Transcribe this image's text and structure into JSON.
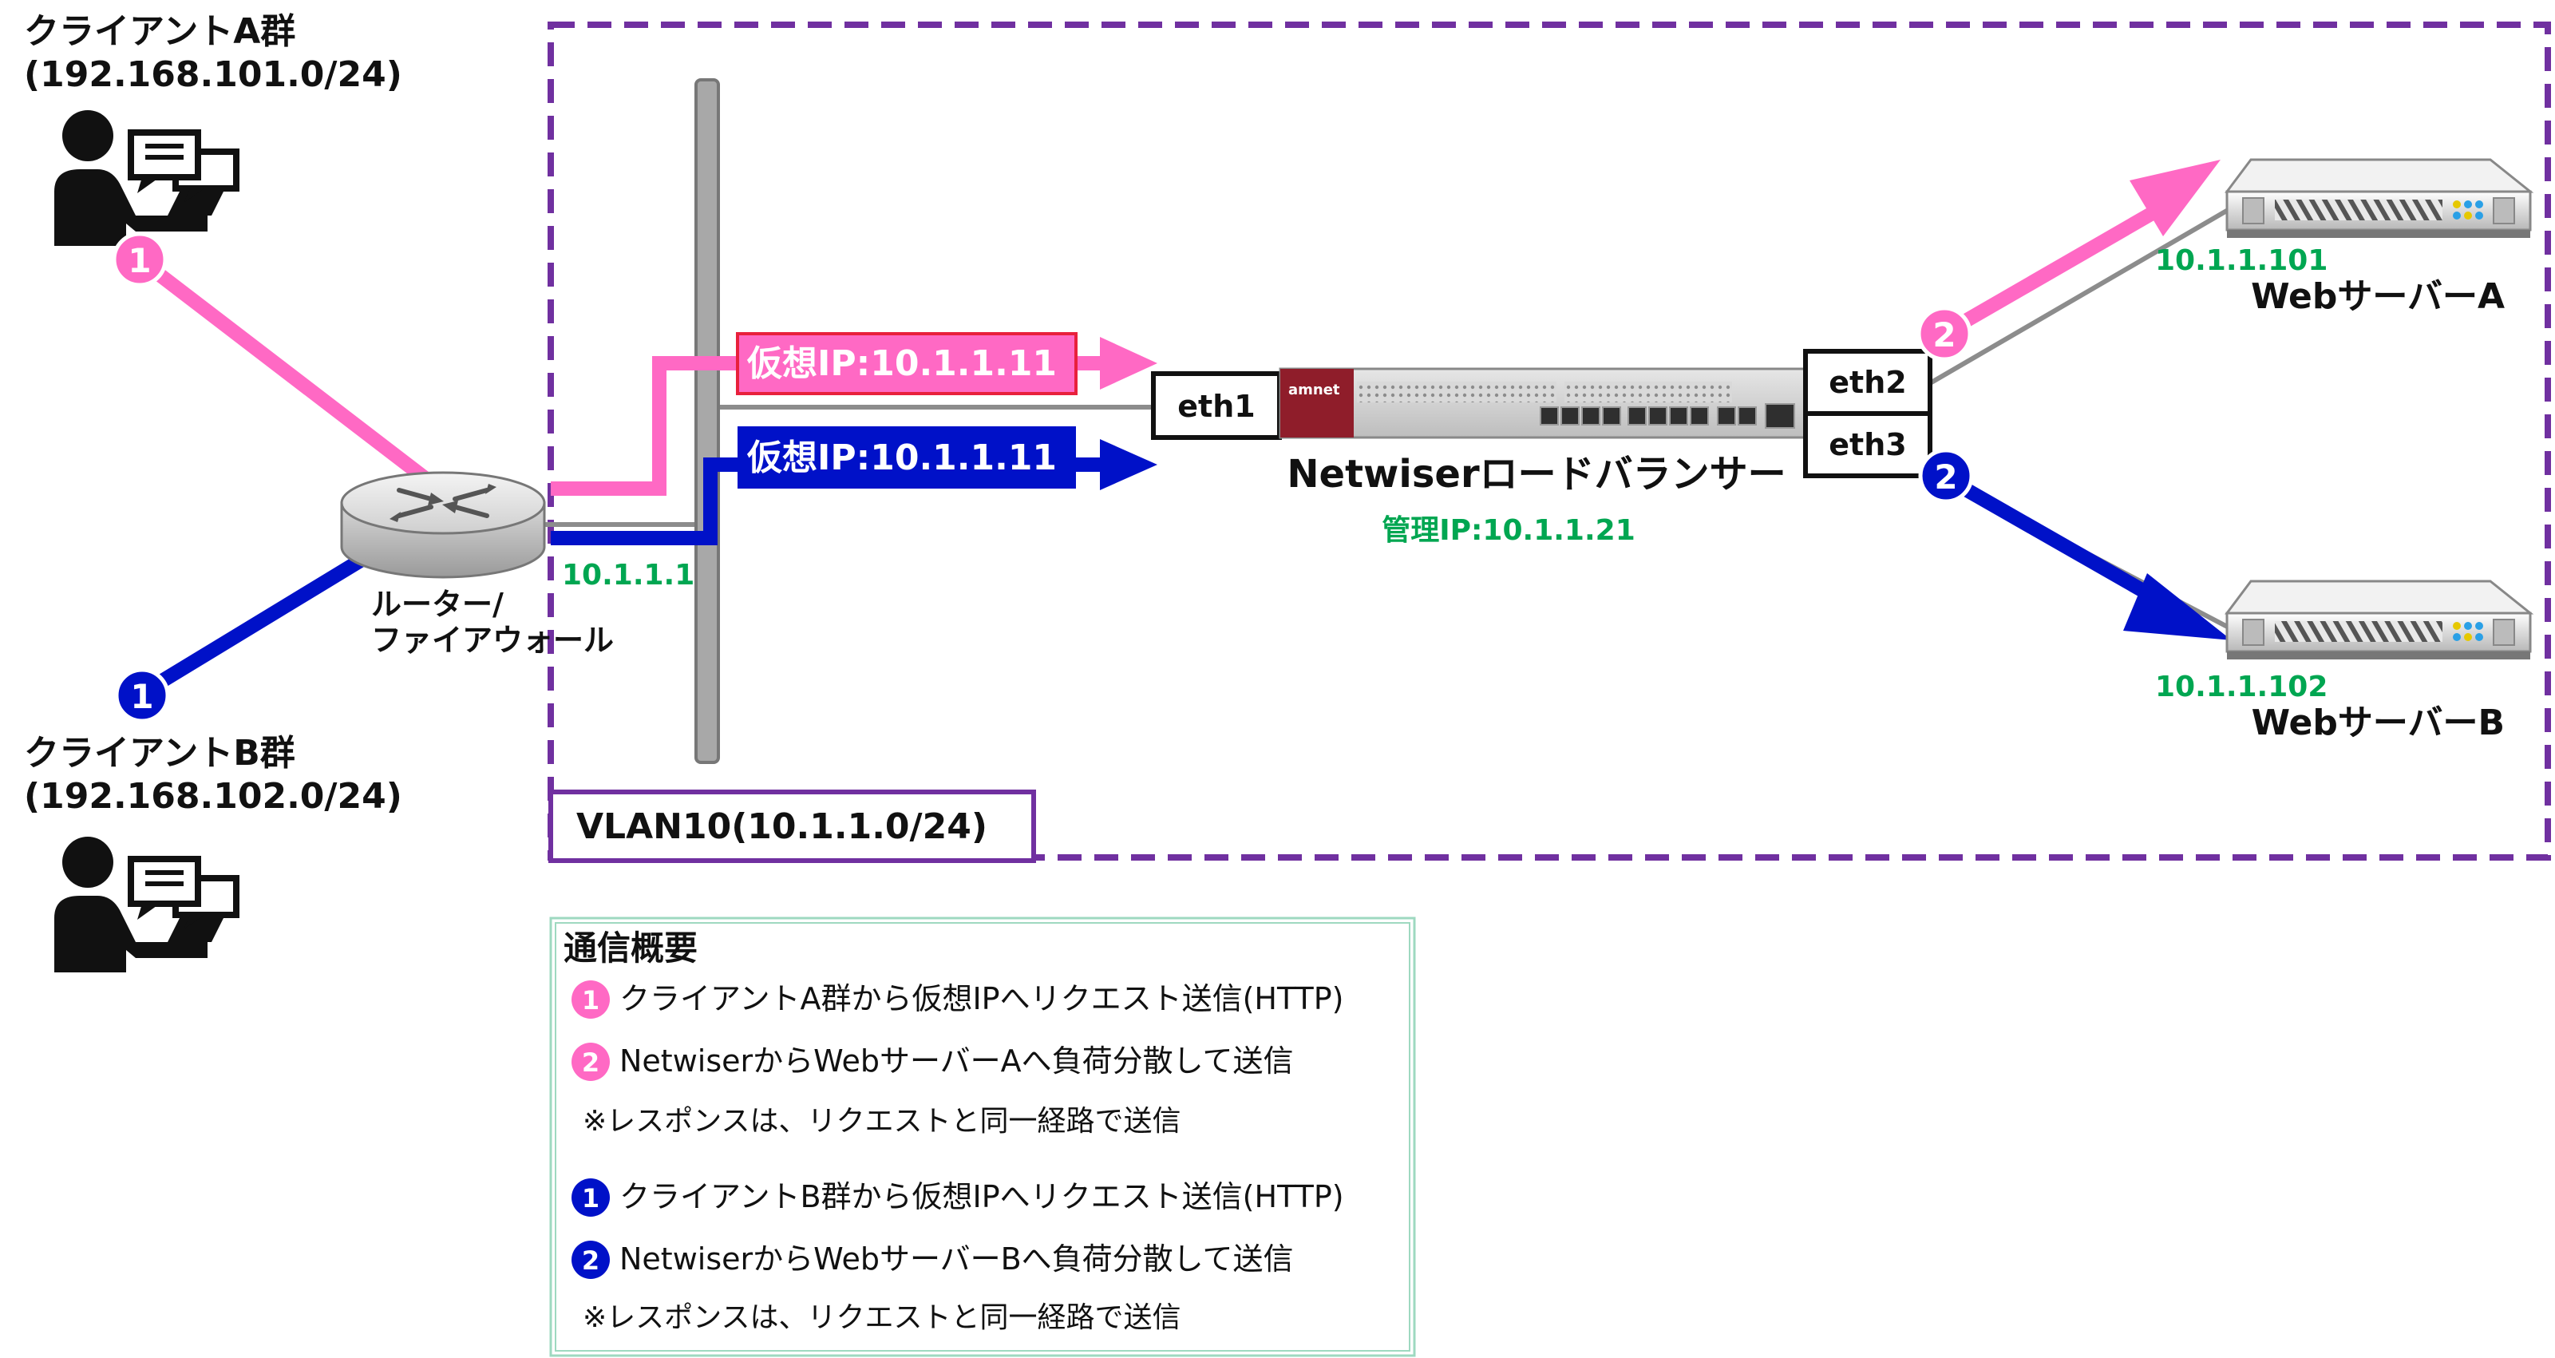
{
  "clients": {
    "a": {
      "title": "クライアントA群",
      "subnet": "(192.168.101.0/24)"
    },
    "b": {
      "title": "クライアントB群",
      "subnet": "(192.168.102.0/24)"
    }
  },
  "router": {
    "label_line1": "ルーター/",
    "label_line2": "ファイアウォール",
    "ip": "10.1.1.1"
  },
  "vlan": {
    "label": "VLAN10(10.1.1.0/24)"
  },
  "flows": {
    "pink_virtual_ip": "仮想IP:10.1.1.11",
    "blue_virtual_ip": "仮想IP:10.1.1.11"
  },
  "load_balancer": {
    "name": "Netwiserロードバランサー",
    "mgmt_ip": "管理IP:10.1.1.21",
    "brand": "amnet",
    "ports": {
      "eth1": "eth1",
      "eth2": "eth2",
      "eth3": "eth3"
    }
  },
  "servers": {
    "a": {
      "ip": "10.1.1.101",
      "name": "WebサーバーA"
    },
    "b": {
      "ip": "10.1.1.102",
      "name": "WebサーバーB"
    }
  },
  "badges": {
    "one": "1",
    "two": "2"
  },
  "legend": {
    "title": "通信概要",
    "items": [
      {
        "num": "1",
        "color": "pink",
        "text": "クライアントA群から仮想IPへリクエスト送信(HTTP)"
      },
      {
        "num": "2",
        "color": "pink",
        "text": "NetwiserからWebサーバーAへ負荷分散して送信"
      },
      {
        "num": "",
        "color": "",
        "text": "※レスポンスは、リクエストと同一経路で送信"
      },
      {
        "num": "1",
        "color": "blue",
        "text": "クライアントB群から仮想IPへリクエスト送信(HTTP)"
      },
      {
        "num": "2",
        "color": "blue",
        "text": "NetwiserからWebサーバーBへ負荷分散して送信"
      },
      {
        "num": "",
        "color": "",
        "text": "※レスポンスは、リクエストと同一経路で送信"
      }
    ]
  },
  "colors": {
    "pink": "#ff69c4",
    "blue": "#0011c8",
    "green": "#00a651",
    "purple": "#7030a0",
    "gray_line": "#8c8c8c",
    "legend_border": "#9ed9c0"
  }
}
